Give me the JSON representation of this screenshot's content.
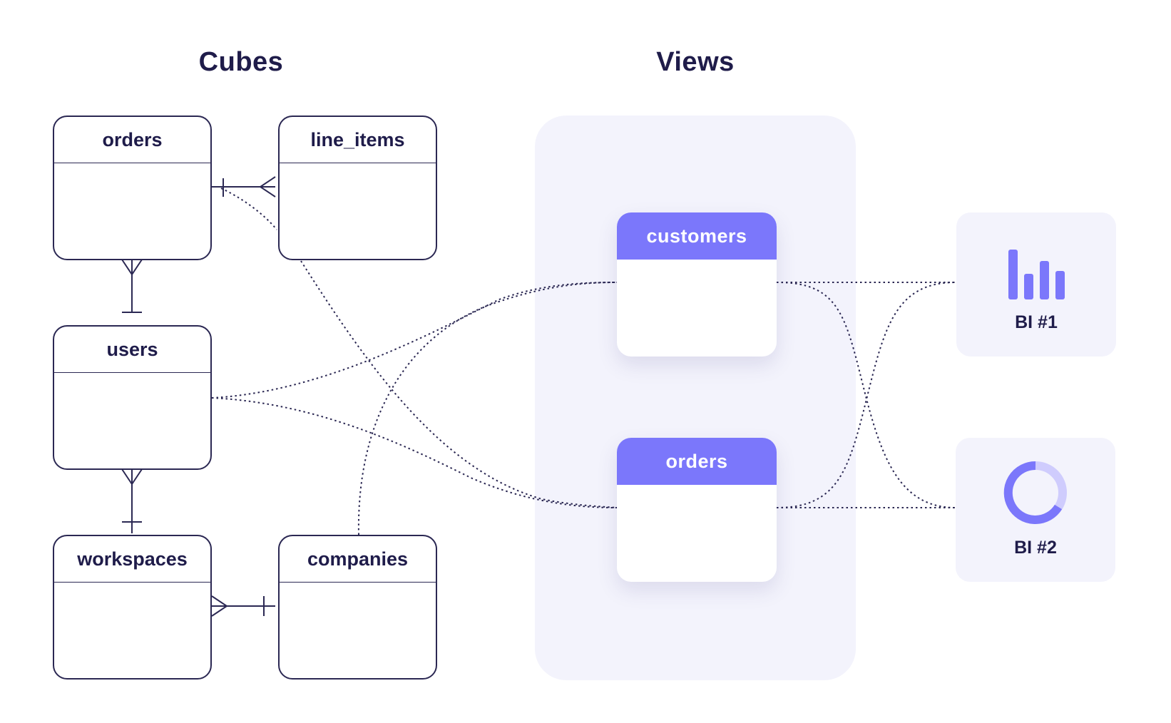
{
  "headings": {
    "cubes": "Cubes",
    "views": "Views"
  },
  "cubes": {
    "orders": "orders",
    "line_items": "line_items",
    "users": "users",
    "workspaces": "workspaces",
    "companies": "companies"
  },
  "views": {
    "customers": "customers",
    "orders": "orders"
  },
  "bi_tools": {
    "bi1": "BI #1",
    "bi2": "BI #2"
  },
  "colors": {
    "accent": "#7b77fb",
    "accent_light": "#cfccfd",
    "ink": "#1f1c4a",
    "panel": "#f3f3fc"
  },
  "icons": {
    "bi1": "bar-chart-icon",
    "bi2": "donut-chart-icon"
  }
}
